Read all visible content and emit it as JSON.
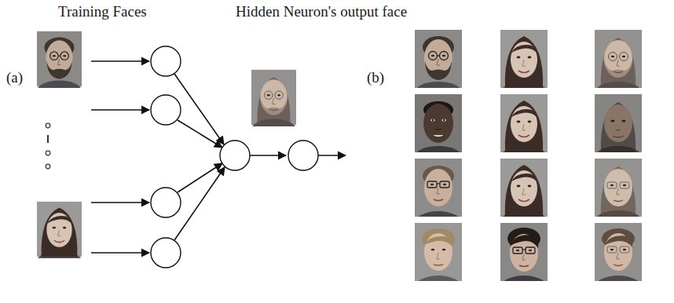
{
  "diagram": {
    "labels": [
      "Training Faces",
      "Hidden Neuron's output face",
      "(a)",
      "(b)"
    ]
  }
}
